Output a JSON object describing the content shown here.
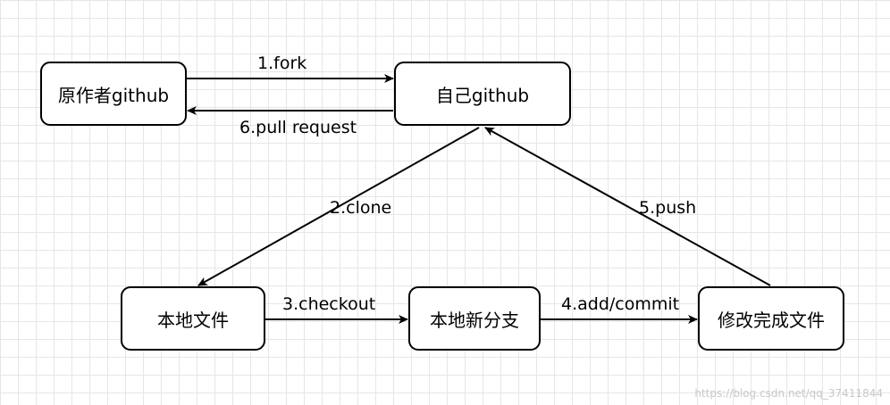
{
  "nodes": {
    "original_author": "原作者github",
    "own_github": "自己github",
    "local_files": "本地文件",
    "local_branch": "本地新分支",
    "modified_files": "修改完成文件"
  },
  "edges": {
    "fork": "1.fork",
    "clone": "2.clone",
    "checkout": "3.checkout",
    "add_commit": "4.add/commit",
    "push": "5.push",
    "pull_request": "6.pull request"
  },
  "watermark": "https://blog.csdn.net/qq_37411844"
}
